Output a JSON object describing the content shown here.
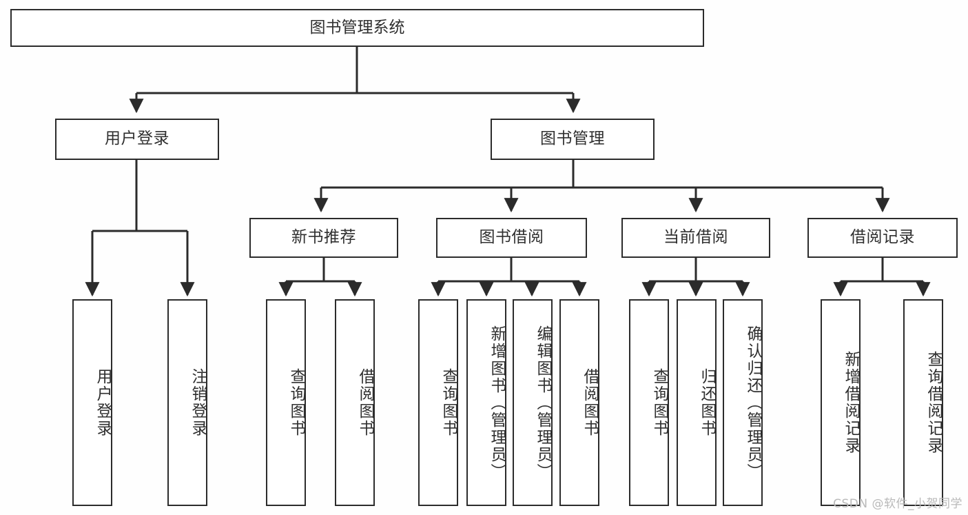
{
  "diagram": {
    "title": "图书管理系统",
    "type": "hierarchy-tree",
    "root": {
      "label": "图书管理系统"
    },
    "level2": [
      {
        "label": "用户登录"
      },
      {
        "label": "图书管理"
      }
    ],
    "level3": [
      {
        "label": "新书推荐"
      },
      {
        "label": "图书借阅"
      },
      {
        "label": "当前借阅"
      },
      {
        "label": "借阅记录"
      }
    ],
    "leaves": {
      "user_login": [
        {
          "label": "用户登录"
        },
        {
          "label": "注销登录"
        }
      ],
      "new_book_recommend": [
        {
          "label": "查询图书"
        },
        {
          "label": "借阅图书"
        }
      ],
      "book_borrow": [
        {
          "label": "查询图书"
        },
        {
          "label": "新增图书（管理员）"
        },
        {
          "label": "编辑图书（管理员）"
        },
        {
          "label": "借阅图书"
        }
      ],
      "current_borrow": [
        {
          "label": "查询图书"
        },
        {
          "label": "归还图书"
        },
        {
          "label": "确认归还（管理员）"
        }
      ],
      "borrow_record": [
        {
          "label": "新增借阅记录"
        },
        {
          "label": "查询借阅记录"
        }
      ]
    }
  },
  "watermark": {
    "text": "CSDN @软件_小贺同学"
  },
  "colors": {
    "stroke": "#2b2b2b",
    "text": "#2f2f2f",
    "background": "#fefefe",
    "watermark": "#b9b9b9"
  }
}
